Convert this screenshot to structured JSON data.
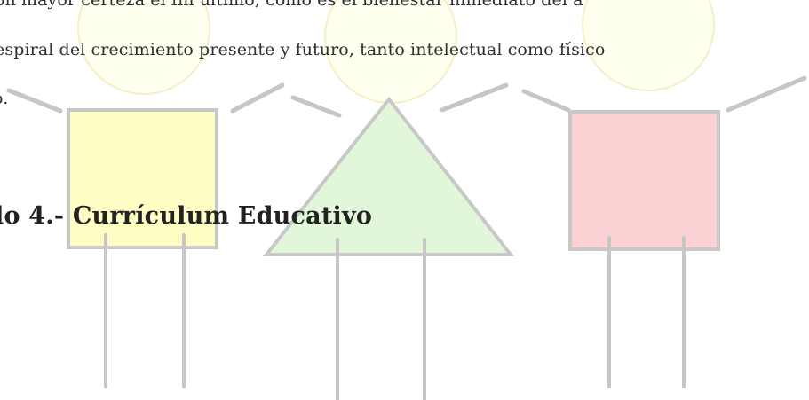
{
  "document": {
    "paragraph_lines": [
      "on mayor certeza el fin último, como es el bienestar inmediato del a",
      "espiral del crecimiento presente y futuro, tanto intelectual como físico",
      "o."
    ],
    "heading": "lo 4.- Currículum Educativo"
  },
  "watermark": {
    "colors": {
      "outline": "#c8c8c8",
      "head_fill": "#fffff0",
      "head_stroke": "#f4efc6",
      "yellow_body": "#fdfdc4",
      "green_body": "#e2f7d9",
      "red_body": "#fbd2d4",
      "limb": "#c6c6c6"
    }
  }
}
